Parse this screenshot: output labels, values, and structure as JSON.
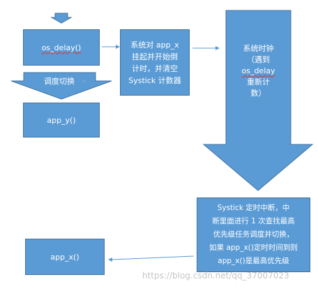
{
  "diagram": {
    "node_os_delay": "os_delay()",
    "label_switch": "调度切换",
    "node_app_y": "app_y()",
    "node_suspend": [
      "系统对 app_x",
      "挂起并开始倒",
      "计时，并清空",
      "Systick 计数器"
    ],
    "node_clock": [
      "系统时钟",
      "（遇到",
      "os_delay",
      "重新计",
      "数）"
    ],
    "node_interrupt": [
      "Systick 定时中断，中",
      "断里面进行 1 次查找最高",
      "优先级任务调度并切换，",
      "如果 app_x()定时时间到则",
      "app_x()是最高优先级"
    ],
    "node_app_x": "app_x()"
  },
  "watermark": "https://blog.csdn.net/qq_37007023",
  "colors": {
    "box_fill": "#5b9bd5",
    "box_border": "#41719c",
    "connector": "#5b9bd5"
  }
}
